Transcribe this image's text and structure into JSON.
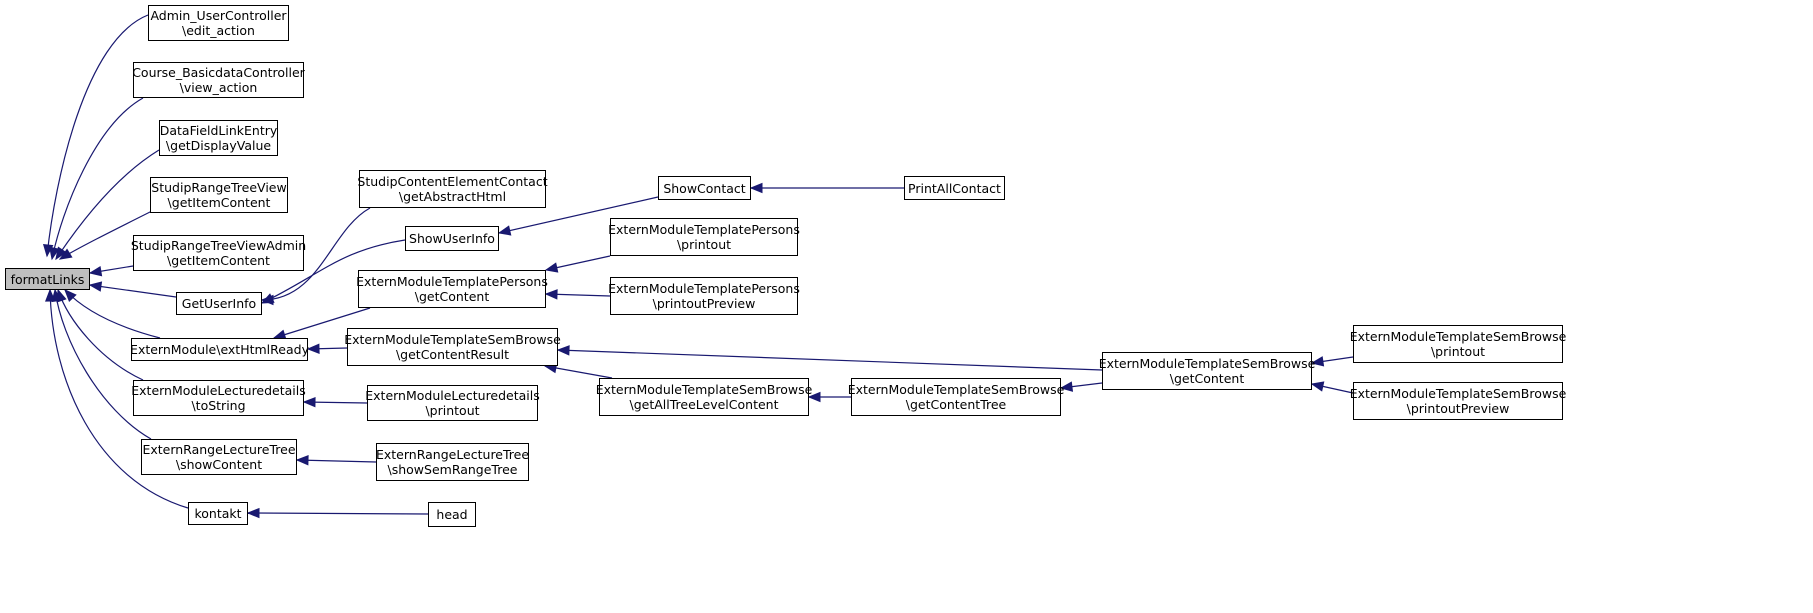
{
  "diagram": {
    "type": "call-graph",
    "colors": {
      "edge": "#191970",
      "root_fill": "#bfbfbf",
      "node_fill": "#ffffff",
      "border": "#000000"
    },
    "nodes": [
      {
        "id": "formatLinks",
        "lines": [
          "formatLinks"
        ]
      },
      {
        "id": "admin_edit",
        "lines": [
          "Admin_UserController",
          "\\edit_action"
        ]
      },
      {
        "id": "course_view",
        "lines": [
          "Course_BasicdataController",
          "\\view_action"
        ]
      },
      {
        "id": "datafield",
        "lines": [
          "DataFieldLinkEntry",
          "\\getDisplayValue"
        ]
      },
      {
        "id": "rangetree",
        "lines": [
          "StudipRangeTreeView",
          "\\getItemContent"
        ]
      },
      {
        "id": "rangetree_admin",
        "lines": [
          "StudipRangeTreeViewAdmin",
          "\\getItemContent"
        ]
      },
      {
        "id": "getuserinfo",
        "lines": [
          "GetUserInfo"
        ]
      },
      {
        "id": "exthtml",
        "lines": [
          "ExternModule\\extHtmlReady"
        ]
      },
      {
        "id": "lecturedetails",
        "lines": [
          "ExternModuleLecturedetails",
          "\\toString"
        ]
      },
      {
        "id": "rangelecture",
        "lines": [
          "ExternRangeLectureTree",
          "\\showContent"
        ]
      },
      {
        "id": "kontakt",
        "lines": [
          "kontakt"
        ]
      },
      {
        "id": "contentcontact",
        "lines": [
          "StudipContentElementContact",
          "\\getAbstractHtml"
        ]
      },
      {
        "id": "showuserinfo",
        "lines": [
          "ShowUserInfo"
        ]
      },
      {
        "id": "persons_getcontent",
        "lines": [
          "ExternModuleTemplatePersons",
          "\\getContent"
        ]
      },
      {
        "id": "sem_getcontentresult",
        "lines": [
          "ExternModuleTemplateSemBrowse",
          "\\getContentResult"
        ]
      },
      {
        "id": "lecture_printout",
        "lines": [
          "ExternModuleLecturedetails",
          "\\printout"
        ]
      },
      {
        "id": "semrange",
        "lines": [
          "ExternRangeLectureTree",
          "\\showSemRangeTree"
        ]
      },
      {
        "id": "head",
        "lines": [
          "head"
        ]
      },
      {
        "id": "showcontact",
        "lines": [
          "ShowContact"
        ]
      },
      {
        "id": "persons_printout",
        "lines": [
          "ExternModuleTemplatePersons",
          "\\printout"
        ]
      },
      {
        "id": "persons_preview",
        "lines": [
          "ExternModuleTemplatePersons",
          "\\printoutPreview"
        ]
      },
      {
        "id": "sem_alltree",
        "lines": [
          "ExternModuleTemplateSemBrowse",
          "\\getAllTreeLevelContent"
        ]
      },
      {
        "id": "printallcontact",
        "lines": [
          "PrintAllContact"
        ]
      },
      {
        "id": "sem_contenttree",
        "lines": [
          "ExternModuleTemplateSemBrowse",
          "\\getContentTree"
        ]
      },
      {
        "id": "sem_getcontent",
        "lines": [
          "ExternModuleTemplateSemBrowse",
          "\\getContent"
        ]
      },
      {
        "id": "sem_printout",
        "lines": [
          "ExternModuleTemplateSemBrowse",
          "\\printout"
        ]
      },
      {
        "id": "sem_preview",
        "lines": [
          "ExternModuleTemplateSemBrowse",
          "\\printoutPreview"
        ]
      }
    ],
    "edges": [
      {
        "from": "admin_edit",
        "to": "formatLinks"
      },
      {
        "from": "course_view",
        "to": "formatLinks"
      },
      {
        "from": "datafield",
        "to": "formatLinks"
      },
      {
        "from": "rangetree",
        "to": "formatLinks"
      },
      {
        "from": "rangetree_admin",
        "to": "formatLinks"
      },
      {
        "from": "getuserinfo",
        "to": "formatLinks"
      },
      {
        "from": "exthtml",
        "to": "formatLinks"
      },
      {
        "from": "lecturedetails",
        "to": "formatLinks"
      },
      {
        "from": "rangelecture",
        "to": "formatLinks"
      },
      {
        "from": "kontakt",
        "to": "formatLinks"
      },
      {
        "from": "contentcontact",
        "to": "getuserinfo"
      },
      {
        "from": "showuserinfo",
        "to": "getuserinfo"
      },
      {
        "from": "showcontact",
        "to": "showuserinfo"
      },
      {
        "from": "printallcontact",
        "to": "showcontact"
      },
      {
        "from": "persons_getcontent",
        "to": "exthtml"
      },
      {
        "from": "sem_getcontentresult",
        "to": "exthtml"
      },
      {
        "from": "persons_printout",
        "to": "persons_getcontent"
      },
      {
        "from": "persons_preview",
        "to": "persons_getcontent"
      },
      {
        "from": "sem_getcontent",
        "to": "sem_getcontentresult"
      },
      {
        "from": "sem_alltree",
        "to": "sem_getcontentresult"
      },
      {
        "from": "sem_contenttree",
        "to": "sem_alltree"
      },
      {
        "from": "sem_getcontent",
        "to": "sem_contenttree"
      },
      {
        "from": "sem_printout",
        "to": "sem_getcontent"
      },
      {
        "from": "sem_preview",
        "to": "sem_getcontent"
      },
      {
        "from": "lecture_printout",
        "to": "lecturedetails"
      },
      {
        "from": "semrange",
        "to": "rangelecture"
      },
      {
        "from": "head",
        "to": "kontakt"
      }
    ]
  }
}
